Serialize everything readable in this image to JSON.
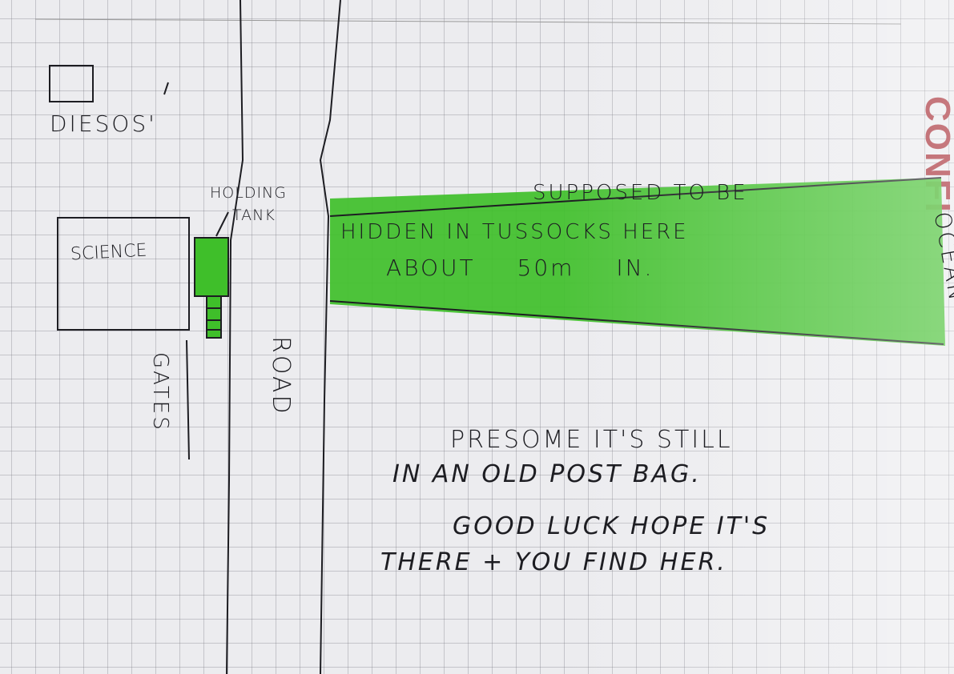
{
  "labels": {
    "dieso": "DIESOS'",
    "holding_tank_1": "HOLDING",
    "holding_tank_2": "TANK",
    "science": "SCIENCE",
    "gates": "GATES",
    "road": "ROAD",
    "ocean": "OCEAN"
  },
  "note_highlight": {
    "line1": "SUPPOSED TO BE",
    "line2": "HIDDEN IN TUSSOCKS HERE",
    "line3": "ABOUT 50m IN."
  },
  "note_bottom": {
    "line1": "PRESOME IT'S STILL",
    "line2": "IN AN OLD POST BAG.",
    "line3": "GOOD LUCK HOPE IT'S",
    "line4": "THERE + YOU FIND HER."
  },
  "background_print": "CONFI",
  "colors": {
    "highlight": "#3fbf2a",
    "ink": "#1d1d22",
    "paper": "#ececef",
    "print": "#a8323a"
  }
}
